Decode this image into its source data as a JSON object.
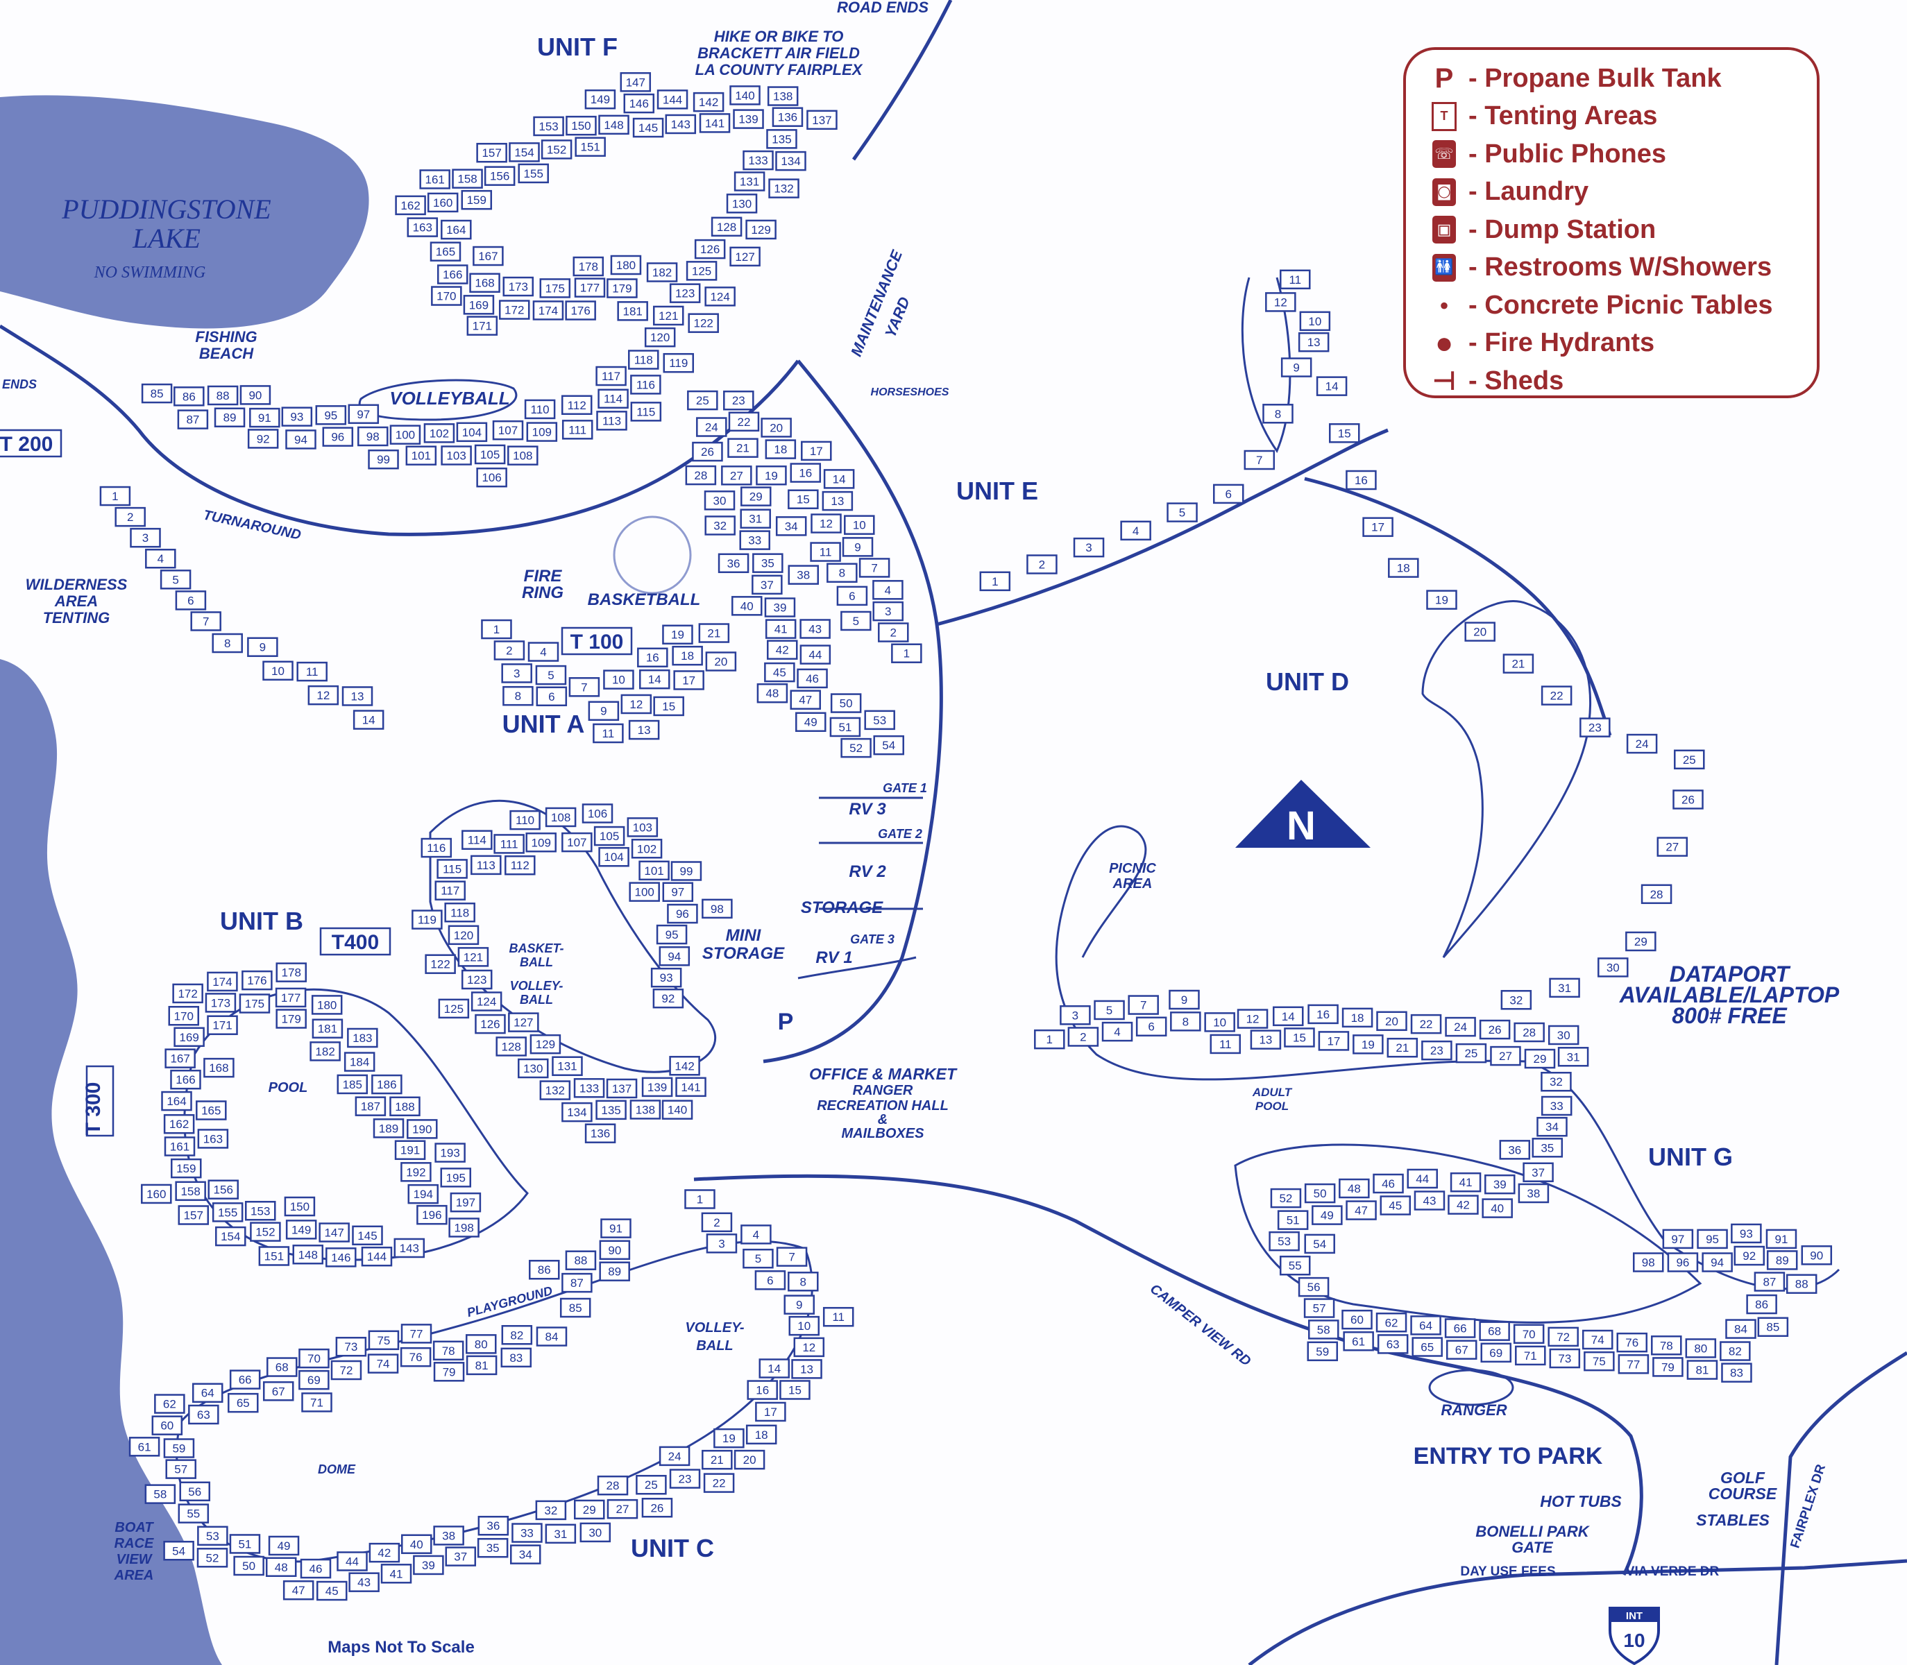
{
  "colors": {
    "ink": "#1f3596",
    "lake": "#7282c0",
    "legend": "#9b2a2e"
  },
  "lake": {
    "name_line1": "PUDDINGSTONE",
    "name_line2": "LAKE",
    "note": "NO SWIMMING"
  },
  "labels": {
    "road_ends_top": "ROAD ENDS",
    "hike_line1": "HIKE OR BIKE TO",
    "hike_line2": "BRACKETT AIR FIELD",
    "hike_line3": "LA COUNTY FAIRPLEX",
    "fishing_beach_1": "FISHING",
    "fishing_beach_2": "BEACH",
    "ends_left": "ENDS",
    "volleyball_f": "VOLLEYBALL",
    "turnaround": "TURNAROUND",
    "wilderness_1": "WILDERNESS",
    "wilderness_2": "AREA",
    "wilderness_3": "TENTING",
    "fire_ring_1": "FIRE",
    "fire_ring_2": "RING",
    "basketball_e": "BASKETBALL",
    "maintenance_1": "MAINTENANCE",
    "maintenance_2": "YARD",
    "horseshoes": "HORSESHOES",
    "rv3": "RV 3",
    "rv2": "RV 2",
    "rv1": "RV 1",
    "gate1": "GATE 1",
    "gate2": "GATE 2",
    "gate3": "GATE 3",
    "storage": "STORAGE",
    "mini_storage_1": "MINI",
    "mini_storage_2": "STORAGE",
    "propane": "P",
    "picnic_1": "PICNIC",
    "picnic_2": "AREA",
    "dataport_1": "DATAPORT",
    "dataport_2": "AVAILABLE/LAPTOP",
    "dataport_3": "800# FREE",
    "pool": "POOL",
    "basketball_a_1": "BASKET-",
    "basketball_a_2": "BALL",
    "volleyball_a_1": "VOLLEY-",
    "volleyball_a_2": "BALL",
    "office_1": "OFFICE & MARKET",
    "office_2": "RANGER",
    "office_3": "RECREATION HALL",
    "office_4": "&",
    "office_5": "MAILBOXES",
    "adult_pool_1": "ADULT",
    "adult_pool_2": "POOL",
    "camper_view_rd": "CAMPER VIEW RD",
    "ranger": "RANGER",
    "entry": "ENTRY TO PARK",
    "hot_tubs": "HOT TUBS",
    "golf_1": "GOLF",
    "golf_2": "COURSE",
    "stables": "STABLES",
    "bonelli_1": "BONELLI PARK",
    "bonelli_2": "GATE",
    "day_use": "DAY USE FEES",
    "via_verde": "VIA VERDE DR",
    "fairplex": "FAIRPLEX DR",
    "int_top": "INT",
    "int_num": "10",
    "dome": "DOME",
    "playground": "PLAYGROUND",
    "volleyball_c_1": "VOLLEY-",
    "volleyball_c_2": "BALL",
    "boat_1": "BOAT",
    "boat_2": "RACE",
    "boat_3": "VIEW",
    "boat_4": "AREA",
    "not_to_scale": "Maps Not To Scale"
  },
  "units": [
    {
      "id": "F",
      "label": "UNIT F",
      "sites": {
        "from": 85,
        "to": 182
      }
    },
    {
      "id": "E",
      "label": "UNIT E",
      "sites": {
        "from": 1,
        "to": 54
      }
    },
    {
      "id": "D",
      "label": "UNIT D",
      "sites": {
        "from": 1,
        "to": 32
      }
    },
    {
      "id": "A",
      "label": "UNIT A",
      "sites": {
        "from": 92,
        "to": 142
      }
    },
    {
      "id": "B",
      "label": "UNIT B",
      "sites": {
        "from": 143,
        "to": 198
      }
    },
    {
      "id": "C",
      "label": "UNIT C",
      "sites": {
        "from": 1,
        "to": 91
      }
    },
    {
      "id": "G",
      "label": "UNIT G",
      "sites": {
        "from": 1,
        "to": 98
      }
    }
  ],
  "tent_areas": [
    {
      "label": "T 100",
      "sites": {
        "from": 1,
        "to": 21
      }
    },
    {
      "label": "T 200",
      "sites": {
        "from": 1,
        "to": 14
      }
    },
    {
      "label": "T 300"
    },
    {
      "label": "T400"
    }
  ],
  "legend": [
    {
      "icon": "propane-icon",
      "glyph": "P",
      "label": "- Propane Bulk Tank"
    },
    {
      "icon": "tent-icon",
      "glyph": "T",
      "label": "- Tenting Areas"
    },
    {
      "icon": "phone-icon",
      "glyph": "☏",
      "label": "- Public Phones"
    },
    {
      "icon": "laundry-icon",
      "glyph": "◙",
      "label": "- Laundry"
    },
    {
      "icon": "dump-station-icon",
      "glyph": "▣",
      "label": "- Dump Station"
    },
    {
      "icon": "restroom-icon",
      "glyph": "🚻",
      "label": "- Restrooms W/Showers"
    },
    {
      "icon": "picnic-table-dot-icon",
      "glyph": "•",
      "label": "- Concrete Picnic Tables"
    },
    {
      "icon": "fire-hydrant-icon",
      "glyph": "●",
      "label": "- Fire Hydrants"
    },
    {
      "icon": "shed-icon",
      "glyph": "⊣",
      "label": "- Sheds"
    }
  ]
}
